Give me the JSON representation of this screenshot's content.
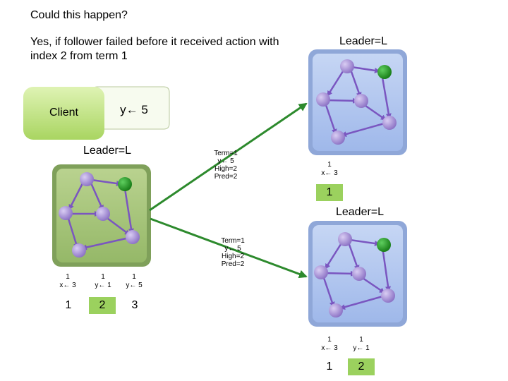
{
  "title": "Could this happen?",
  "subtitle": "Yes, if follower failed before it received action with index 2 from term 1",
  "client": {
    "label": "Client",
    "bubble": "y← 5"
  },
  "leaders": {
    "top_right": "Leader=L",
    "left": "Leader=L",
    "bottom_right": "Leader=L"
  },
  "messages": {
    "upper": {
      "term": "Term=1",
      "action": "y← 5",
      "high": "High=2",
      "pred": "Pred=2"
    },
    "lower": {
      "term": "Term=1",
      "action": "y← 5",
      "high": "High=2",
      "pred": "Pred=2"
    }
  },
  "left_log": {
    "entries": [
      {
        "term": "1",
        "action": "x← 3"
      },
      {
        "term": "1",
        "action": "y← 1"
      },
      {
        "term": "1",
        "action": "y← 5"
      }
    ],
    "indexes": [
      "1",
      "2",
      "3"
    ]
  },
  "top_right_log": {
    "entries": [
      {
        "term": "1",
        "action": "x← 3"
      }
    ],
    "indexes": [
      "1"
    ]
  },
  "bottom_right_log": {
    "entries": [
      {
        "term": "1",
        "action": "x← 3"
      },
      {
        "term": "1",
        "action": "y← 1"
      }
    ],
    "indexes": [
      "1",
      "2"
    ]
  },
  "colors": {
    "green_panel": "#a9c87e",
    "blue_panel": "#b5c9ef",
    "node_purple": "#a08ad0",
    "node_leader": "#2e9a2e",
    "arrow": "#2d8a2d",
    "log_highlight": "#9bd15e"
  }
}
